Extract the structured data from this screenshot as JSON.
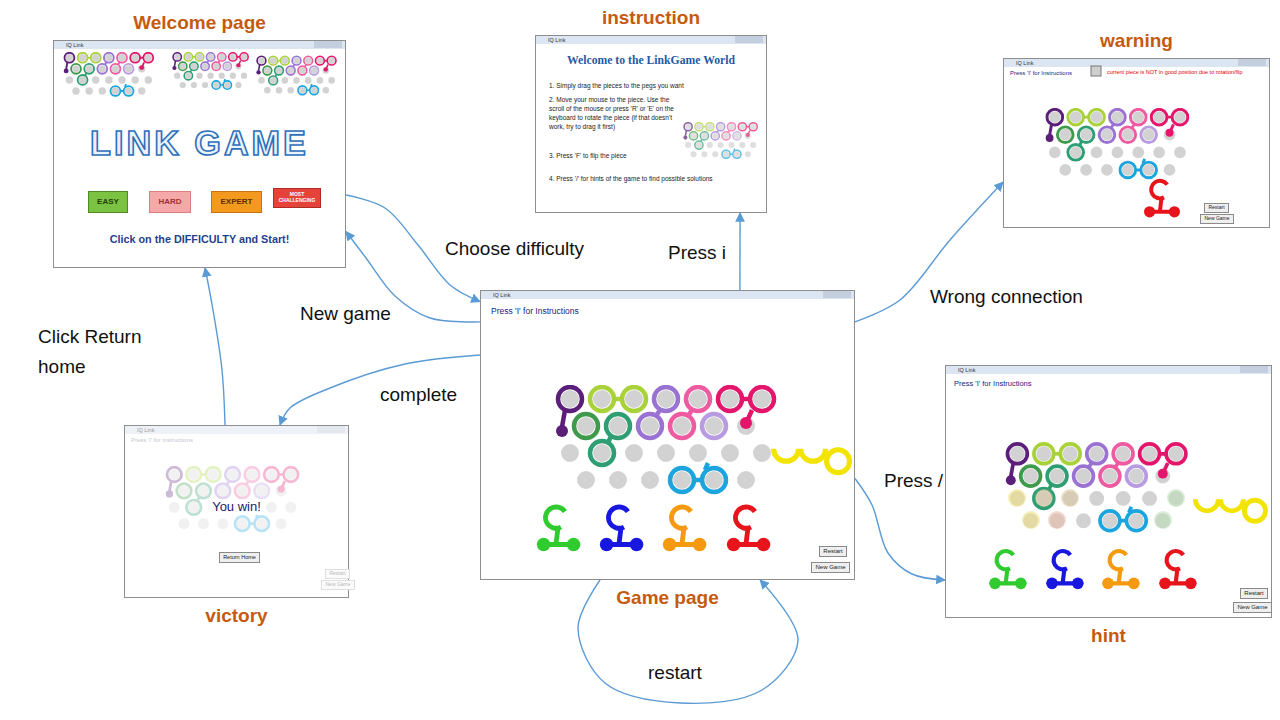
{
  "diagram": {
    "nodes": [
      {
        "text": [
          "Welcome page",
          "IQ Link",
          "LINK GAME",
          "Click on the DIFFICULTY and Start!"
        ]
      },
      {
        "text": [
          "EASY"
        ],
        "in": 0
      },
      {
        "text": [
          "HARD"
        ],
        "in": 0
      },
      {
        "text": [
          "EXPERT"
        ],
        "in": 0
      },
      {
        "text": [
          "MOST CHALLENGING"
        ],
        "in": 0
      },
      {
        "text": [
          "instruction",
          "IQ Link",
          "Welcome to the LinkGame World",
          "1. Simply drag the pieces to the pegs you want",
          "2. Move your mouse to the piece. Use the scroll of the mouse or press 'R' or 'E' on the keyboard to rotate the piece (if that doesn't work, try to drag it first)",
          "3. Press 'F' to flip the piece",
          "4. Press '/' for hints of the game to find possible solutions"
        ]
      },
      {
        "text": [
          "warning",
          "IQ Link",
          "Press 'I' for Instructions",
          "current piece is NOT in good position due to rotation/flip"
        ]
      },
      {
        "text": [
          "Restart"
        ],
        "in": 6
      },
      {
        "text": [
          "New Game"
        ],
        "in": 6
      },
      {
        "text": [
          "Game page",
          "IQ Link",
          "Press 'I' for Instructions"
        ]
      },
      {
        "text": [
          "Restart"
        ],
        "in": 9
      },
      {
        "text": [
          "New Game"
        ],
        "in": 9
      },
      {
        "text": [
          "hint",
          "IQ Link",
          "Press 'I' for Instructions"
        ]
      },
      {
        "text": [
          "Restart"
        ],
        "in": 12
      },
      {
        "text": [
          "New Game"
        ],
        "in": 12
      },
      {
        "text": [
          "victory",
          "IQ Link",
          "Press 'I' for Instructions",
          "You win!"
        ]
      },
      {
        "text": [
          "Return Home"
        ],
        "in": 15
      },
      {
        "text": [
          "Restart"
        ],
        "in": 15
      },
      {
        "text": [
          "New Game"
        ],
        "in": 15
      }
    ],
    "edges": [
      {
        "from": 0,
        "to": 9,
        "arrow": "to",
        "label": "Choose difficulty"
      },
      {
        "from": 9,
        "to": 0,
        "arrow": "to",
        "label": "New game"
      },
      {
        "from": 9,
        "to": 5,
        "arrow": "to",
        "label": "Press i"
      },
      {
        "from": 9,
        "to": 6,
        "arrow": "to",
        "label": "Wrong connection"
      },
      {
        "from": 9,
        "to": 12,
        "arrow": "to",
        "label": "Press /"
      },
      {
        "from": 9,
        "to": 15,
        "arrow": "to",
        "label": "complete"
      },
      {
        "from": 15,
        "to": 0,
        "arrow": "to",
        "label": "Click Return home"
      },
      {
        "from": 9,
        "to": 9,
        "arrow": "to",
        "label": "restart"
      }
    ]
  }
}
